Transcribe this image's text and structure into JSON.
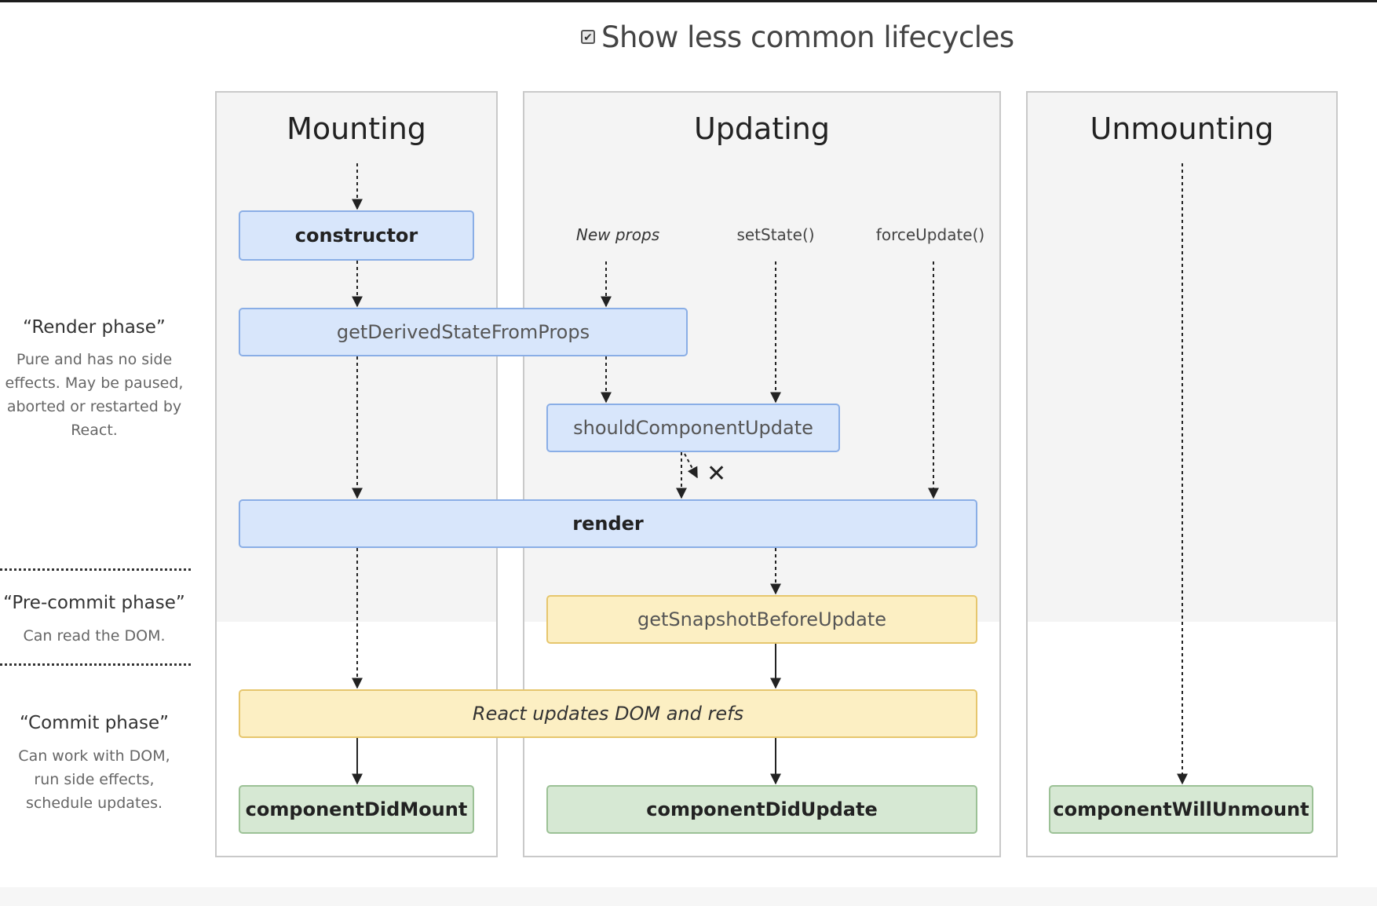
{
  "toggle": {
    "label": "Show less common lifecycles",
    "checked": true
  },
  "columns": {
    "mounting": "Mounting",
    "updating": "Updating",
    "unmounting": "Unmounting"
  },
  "phases": {
    "render": {
      "title": "“Render phase”",
      "lines": [
        "Pure and has no side",
        "effects. May be paused,",
        "aborted or restarted by",
        "React."
      ]
    },
    "precommit": {
      "title": "“Pre-commit phase”",
      "lines": [
        "Can read the DOM."
      ]
    },
    "commit": {
      "title": "“Commit phase”",
      "lines": [
        "Can work with DOM,",
        "run side effects,",
        "schedule updates."
      ]
    }
  },
  "triggers": {
    "new_props": "New props",
    "set_state": "setState()",
    "force_update": "forceUpdate()"
  },
  "methods": {
    "constructor": "constructor",
    "get_derived_state": "getDerivedStateFromProps",
    "should_update": "shouldComponentUpdate",
    "render": "render",
    "get_snapshot": "getSnapshotBeforeUpdate",
    "react_updates": "React updates DOM and refs",
    "did_mount": "componentDidMount",
    "did_update": "componentDidUpdate",
    "will_unmount": "componentWillUnmount"
  },
  "cancel_mark": "✕",
  "colors": {
    "render_phase": "#d8e6fb",
    "precommit_phase": "#fcefc3",
    "commit_phase": "#d6e8d3"
  }
}
